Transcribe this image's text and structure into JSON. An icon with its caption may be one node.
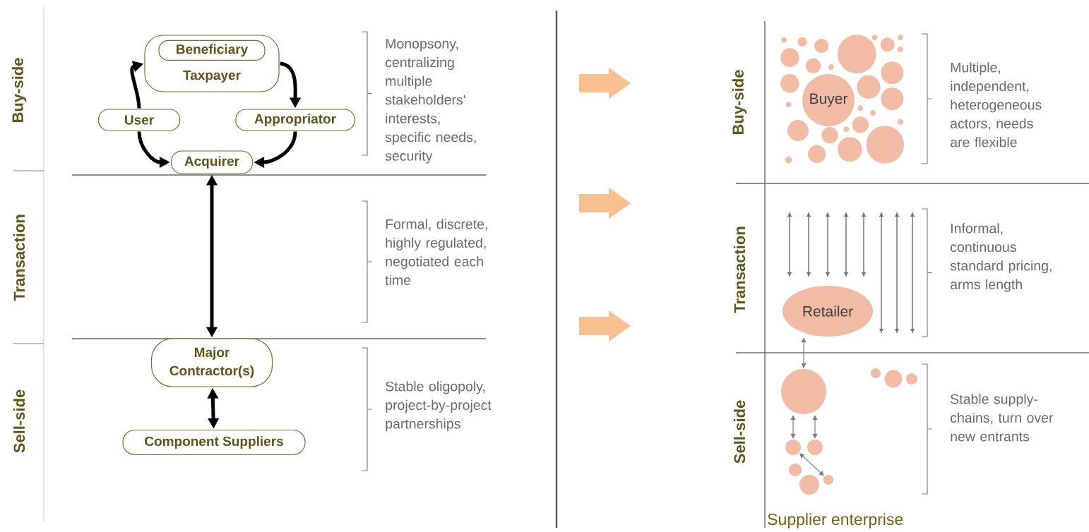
{
  "diagram": {
    "nodes": [
      {
        "text": [
          "Taxpayer"
        ]
      },
      {
        "text": [
          "Beneficiary"
        ],
        "in": 0
      },
      {
        "text": [
          "User"
        ]
      },
      {
        "text": [
          "Appropriator"
        ]
      },
      {
        "text": [
          "Acquirer"
        ]
      },
      {
        "text": [
          "Major Contractor(s)"
        ]
      },
      {
        "text": [
          "Component Suppliers"
        ]
      },
      {
        "text": [
          "Buyer"
        ]
      },
      {
        "text": [
          "Retailer"
        ]
      },
      {
        "text": [],
        "shape": "circle"
      },
      {
        "text": [],
        "shape": "circle"
      },
      {
        "text": [],
        "shape": "circle"
      },
      {
        "text": [],
        "shape": "circle"
      }
    ],
    "edges": [
      {
        "from": 2,
        "to": 0,
        "arrow": "to"
      },
      {
        "from": 0,
        "to": 3,
        "arrow": "to"
      },
      {
        "from": 3,
        "to": 4,
        "arrow": "to"
      },
      {
        "from": 2,
        "to": 4,
        "arrow": "to"
      },
      {
        "from": 4,
        "to": 5,
        "arrow": "both"
      },
      {
        "from": 5,
        "to": 6,
        "arrow": "both"
      },
      {
        "from": 8,
        "to": 9,
        "arrow": "both",
        "color": "#7f7f7f"
      },
      {
        "from": 9,
        "to": 10,
        "arrow": "both",
        "color": "#7f7f7f"
      },
      {
        "from": 9,
        "to": 11,
        "arrow": "both",
        "color": "#7f7f7f"
      },
      {
        "from": 10,
        "to": 12,
        "arrow": "both",
        "color": "#7f7f7f"
      }
    ],
    "labels": [
      "Buy-side",
      "Transaction",
      "Sell-side",
      "Monopsony, centralizing multiple stakeholders' interests, specific needs, security",
      "Formal, discrete, highly regulated, negotiated each time",
      "Stable oligopoly, project-by-project partnerships",
      "Buy-side",
      "Transaction",
      "Sell-side",
      "Multiple, independent, heterogeneous actors, needs are flexible",
      "Informal, continuous standard pricing, arms length",
      "Stable supply-chains, turn over new entrants",
      "Supplier enterprise"
    ]
  }
}
